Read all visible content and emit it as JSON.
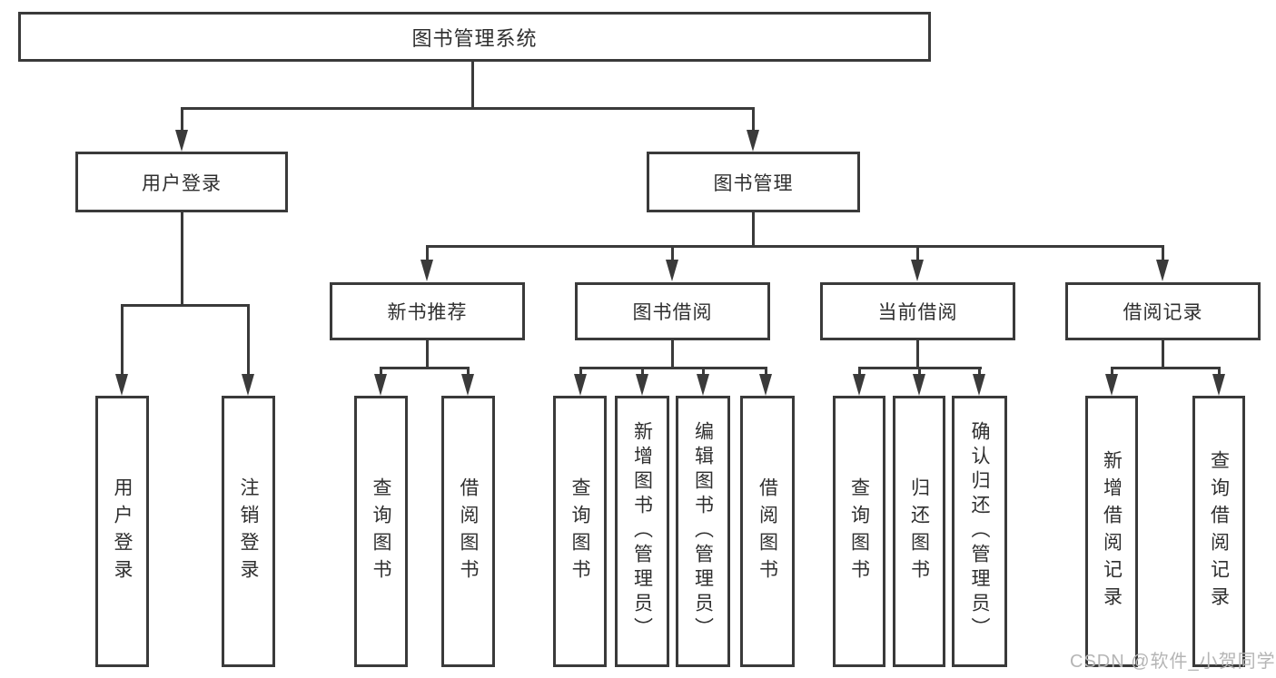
{
  "watermark": "CSDN @软件_小贺同学",
  "colors": {
    "line": "#3a3a3a",
    "text": "#2f2f2f",
    "watermark": "#b5b5b5",
    "background": "#ffffff"
  },
  "tree": {
    "label": "图书管理系统",
    "children": [
      {
        "label": "用户登录",
        "children": [
          {
            "label": "用户登录"
          },
          {
            "label": "注销登录"
          }
        ]
      },
      {
        "label": "图书管理",
        "children": [
          {
            "label": "新书推荐",
            "children": [
              {
                "label": "查询图书"
              },
              {
                "label": "借阅图书"
              }
            ]
          },
          {
            "label": "图书借阅",
            "children": [
              {
                "label": "查询图书"
              },
              {
                "label": "新增图书（管理员）"
              },
              {
                "label": "编辑图书（管理员）"
              },
              {
                "label": "借阅图书"
              }
            ]
          },
          {
            "label": "当前借阅",
            "children": [
              {
                "label": "查询图书"
              },
              {
                "label": "归还图书"
              },
              {
                "label": "确认归还（管理员）"
              }
            ]
          },
          {
            "label": "借阅记录",
            "children": [
              {
                "label": "新增借阅记录"
              },
              {
                "label": "查询借阅记录"
              }
            ]
          }
        ]
      }
    ]
  }
}
